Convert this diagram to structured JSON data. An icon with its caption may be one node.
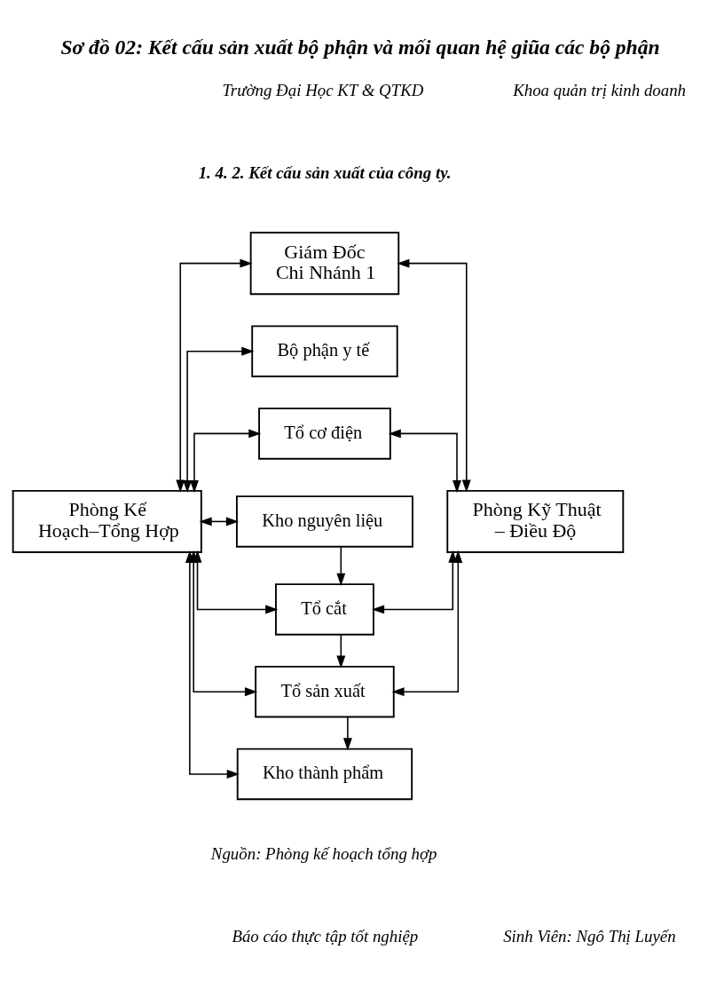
{
  "diagram": {
    "title": "Sơ đồ 02: Kết cấu sản xuất bộ phận và mối quan hệ giũa các bộ phận",
    "caption": "Nguồn: Phòng kế hoạch tổng hợp",
    "nodes": [
      {
        "text": [
          "Giám Đốc Chi Nhánh 1"
        ]
      },
      {
        "text": [
          "Phòng Kế Hoạch–Tổng Hợp"
        ]
      },
      {
        "text": [
          "Bộ phận y tế"
        ]
      },
      {
        "text": [
          "Tổ cơ điện"
        ]
      },
      {
        "text": [
          "Kho nguyên liệu"
        ]
      },
      {
        "text": [
          "Tổ cắt"
        ]
      },
      {
        "text": [
          "Tổ sản xuất"
        ]
      },
      {
        "text": [
          "Kho thành phẩm"
        ]
      },
      {
        "text": [
          "Phòng Kỹ Thuật – Điều Độ"
        ]
      }
    ],
    "edges": [
      {
        "from": 0,
        "to": 1,
        "arrow": "both"
      },
      {
        "from": 0,
        "to": 8,
        "arrow": "both"
      },
      {
        "from": 1,
        "to": 2,
        "arrow": "both"
      },
      {
        "from": 1,
        "to": 3,
        "arrow": "both"
      },
      {
        "from": 1,
        "to": 4,
        "arrow": "both"
      },
      {
        "from": 1,
        "to": 5,
        "arrow": "both"
      },
      {
        "from": 1,
        "to": 6,
        "arrow": "both"
      },
      {
        "from": 1,
        "to": 7,
        "arrow": "both"
      },
      {
        "from": 8,
        "to": 3,
        "arrow": "both"
      },
      {
        "from": 8,
        "to": 5,
        "arrow": "both"
      },
      {
        "from": 8,
        "to": 6,
        "arrow": "both"
      },
      {
        "from": 4,
        "to": 5,
        "arrow": "to"
      },
      {
        "from": 5,
        "to": 6,
        "arrow": "to"
      },
      {
        "from": 6,
        "to": 7,
        "arrow": "to"
      }
    ],
    "labels": [
      "Trường Đại Học KT & QTKD",
      "Khoa quản trị kinh doanh",
      "1. 4. 2. Kết cấu sản xuất của công ty.",
      "Báo cáo thực tập tốt nghiệp",
      "Sinh Viên: Ngô Thị Luyến"
    ]
  }
}
